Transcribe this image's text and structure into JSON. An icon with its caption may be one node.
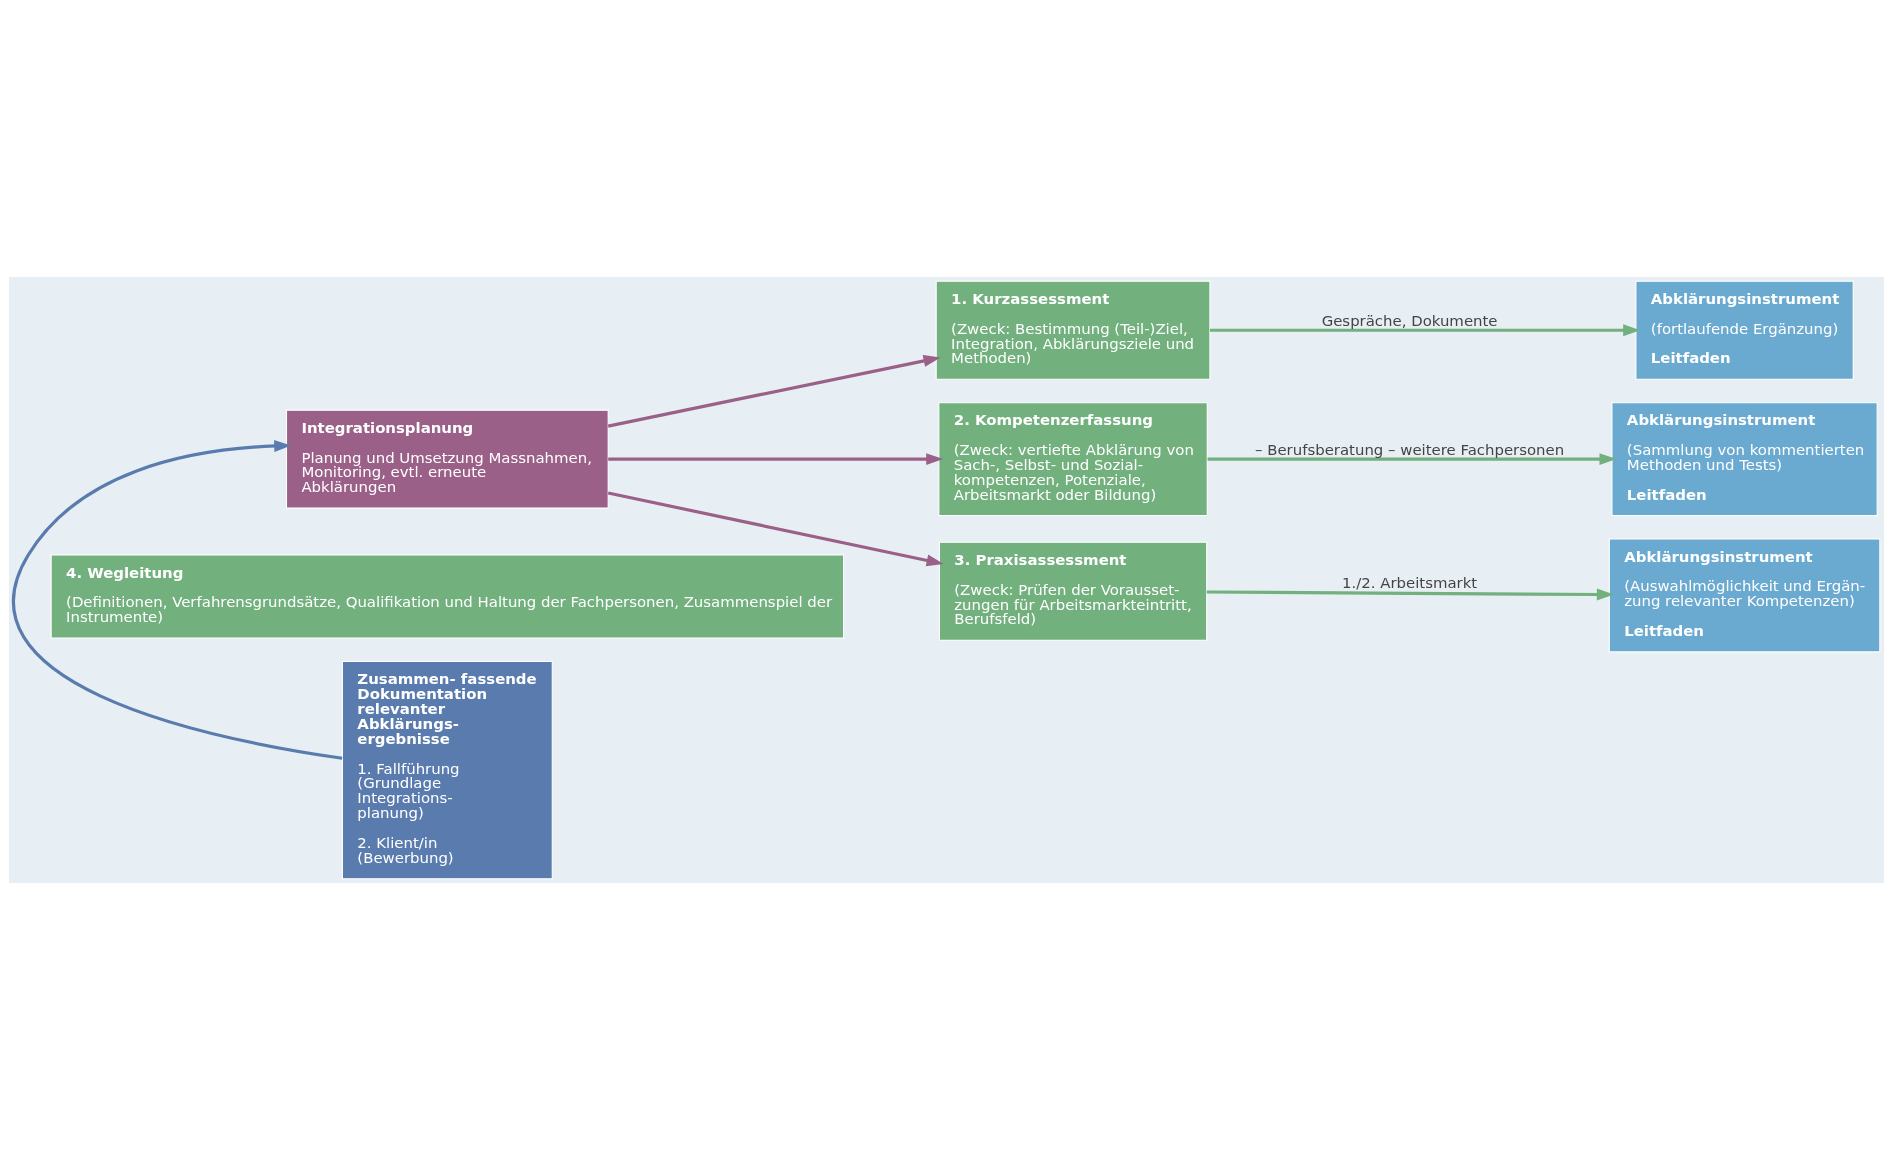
{
  "diagram": {
    "nodes": [
      {
        "text": [
          "1. Kurzassessment",
          "(Zweck: Bestimmung (Teil-)Ziel, Integration, Abklärungsziele und Methoden)"
        ]
      },
      {
        "text": [
          "2. Kompetenzerfassung",
          "(Zweck: vertiefte Abklärung von Sach-, Selbst- und Sozial- kompetenzen, Potenziale, Arbeitsmarkt oder Bildung)"
        ]
      },
      {
        "text": [
          "3. Praxisassessment",
          "(Zweck: Prüfen der Vorausset- zungen für Arbeitsmarkteintritt, Berufsfeld)"
        ]
      },
      {
        "text": [
          "Abklärungsinstrument",
          "(fortlaufende Ergänzung)",
          "Leitfaden"
        ]
      },
      {
        "text": [
          "Abklärungsinstrument",
          "(Sammlung von kommentierten Methoden und Tests)",
          "Leitfaden"
        ]
      },
      {
        "text": [
          "Abklärungsinstrument",
          "(Auswahlmöglichkeit und Ergän- zung relevanter Kompetenzen)",
          "Leitfaden"
        ]
      },
      {
        "text": [
          "Zusammen- fassende Dokumentation relevanter Abklärungs- ergebnisse",
          "1. Fallführung (Grundlage Integrations- planung)",
          "2. Klient/in (Bewerbung)"
        ]
      },
      {
        "text": [
          "Integrationsplanung",
          "Planung und Umsetzung Massnahmen, Monitoring, evtl. erneute Abklärungen"
        ]
      },
      {
        "text": [
          "4. Wegleitung",
          "(Definitionen, Verfahrensgrundsätze, Qualifikation und Haltung der Fachpersonen, Zusammenspiel der Instrumente)"
        ]
      }
    ],
    "edges": [
      {
        "from": 0,
        "to": 3,
        "arrow": "to",
        "label": "Gespräche, Dokumente"
      },
      {
        "from": 1,
        "to": 4,
        "arrow": "to",
        "label": "– Berufsberatung – weitere Fachpersonen"
      },
      {
        "from": 2,
        "to": 5,
        "arrow": "to",
        "label": "1./2. Arbeitsmarkt"
      },
      {
        "from": 6,
        "to": 7,
        "arrow": "to",
        "color": "#5a7bae"
      },
      {
        "from": 7,
        "to": 0,
        "arrow": "to",
        "color": "#9b6088"
      },
      {
        "from": 7,
        "to": 1,
        "arrow": "to",
        "color": "#9b6088"
      },
      {
        "from": 7,
        "to": 2,
        "arrow": "to",
        "color": "#9b6088"
      }
    ]
  }
}
